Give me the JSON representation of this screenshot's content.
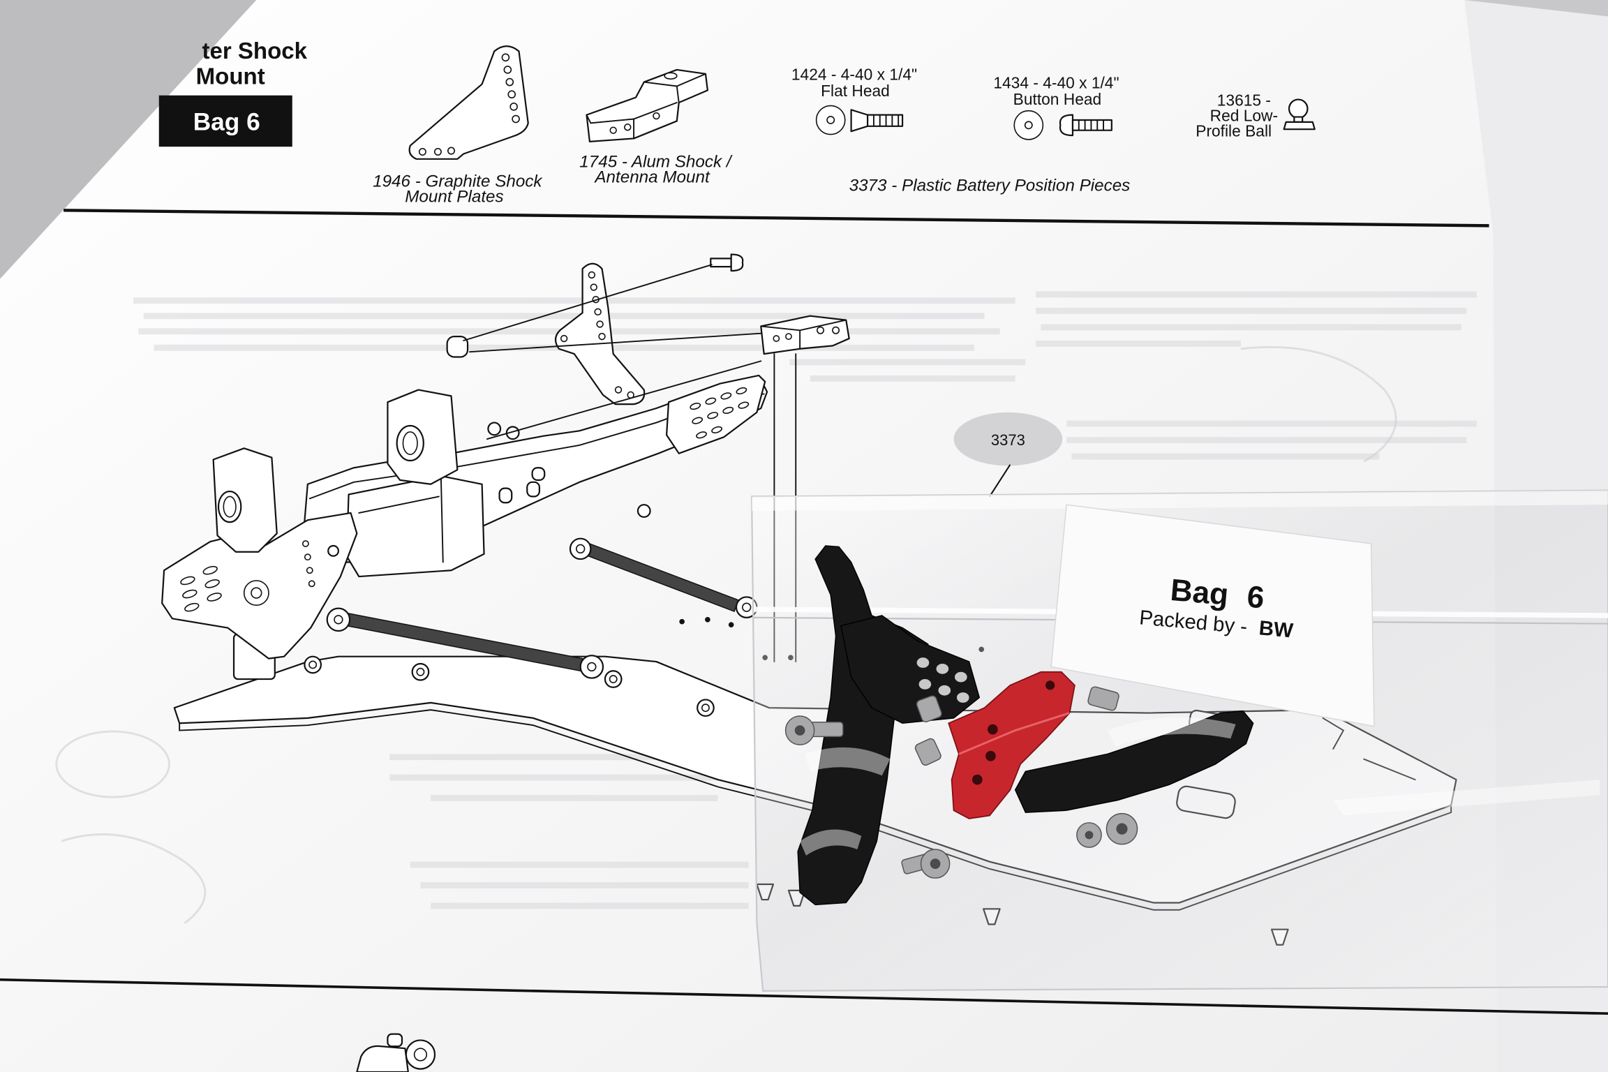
{
  "instruction_sheet": {
    "section_title": {
      "line1": "ter Shock",
      "line2": "Mount"
    },
    "bag_badge": "Bag 6",
    "parts_legend": {
      "graphite_shock_mount_plates": {
        "line1": "1946 - Graphite Shock",
        "line2": "Mount Plates"
      },
      "alum_shock_antenna_mount": {
        "line1": "1745 - Alum Shock /",
        "line2": "Antenna Mount"
      },
      "flat_head_screw": {
        "line1": "1424 - 4-40 x 1/4\"",
        "line2": "Flat Head"
      },
      "button_head_screw": {
        "line1": "1434 - 4-40 x 1/4\"",
        "line2": "Button Head"
      },
      "low_profile_ball": {
        "line1": "13615 -",
        "line2": "Red Low-",
        "line3": "Profile Ball"
      },
      "battery_position_pieces": "3373 - Plastic Battery Position Pieces"
    },
    "diagram_callout": "3373"
  },
  "parts_bag": {
    "label_title": "Bag 6",
    "label_packed_by": "Packed by -",
    "label_packer": "BW"
  },
  "colors": {
    "sheet": "#f7f7f7",
    "ink": "#121212",
    "badge": "#111111",
    "badge-text": "#ffffff",
    "callout": "#d3d3d6",
    "red-part": "#c8262d",
    "black-part": "#171717",
    "screw": "#a9a9ab"
  }
}
